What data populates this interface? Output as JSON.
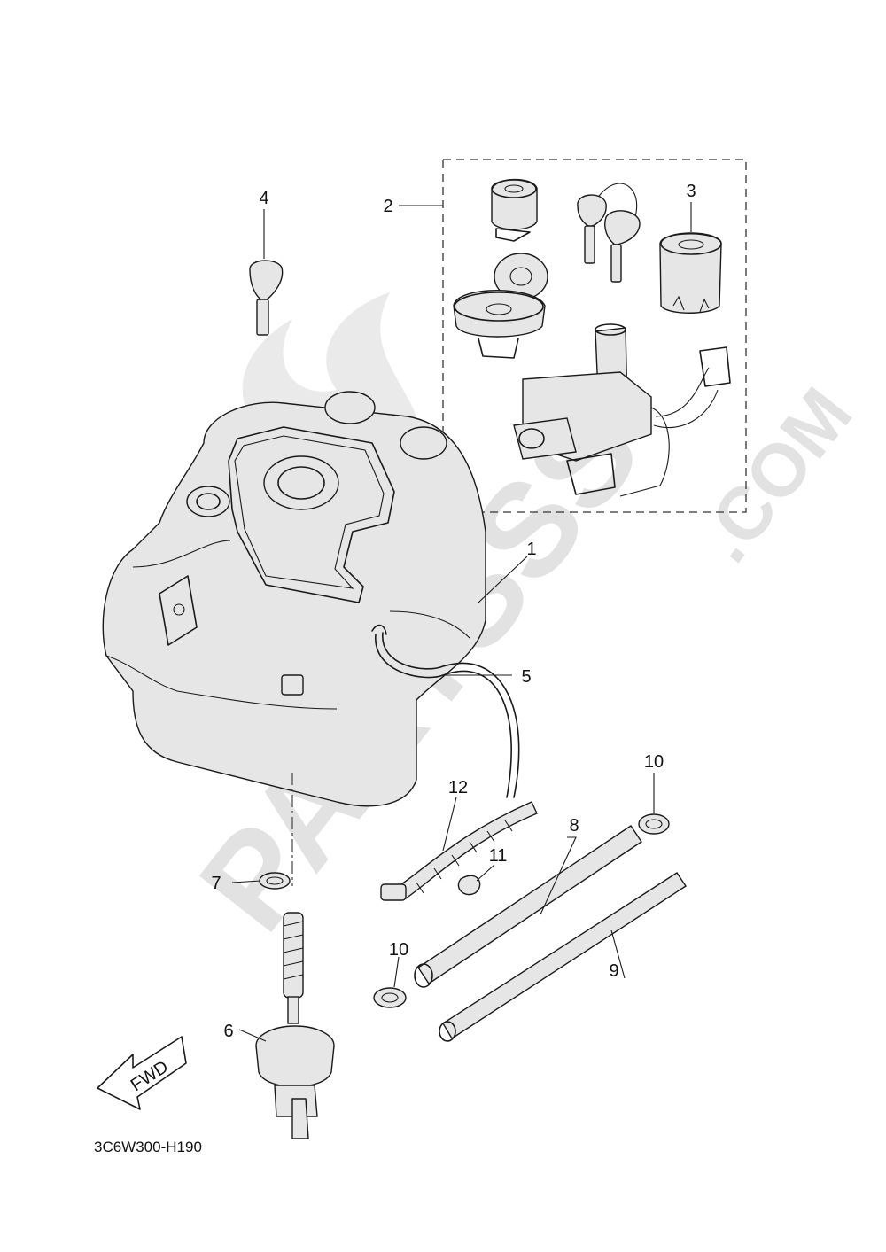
{
  "diagram": {
    "callouts": {
      "c1": "1",
      "c2": "2",
      "c3": "3",
      "c4": "4",
      "c5": "5",
      "c6": "6",
      "c7": "7",
      "c8": "8",
      "c9": "9",
      "c10a": "10",
      "c10b": "10",
      "c11": "11",
      "c12": "12"
    },
    "fwd_label": "FWD",
    "drawing_code": "3C6W300-H190"
  },
  "watermark": {
    "brand_main": "PARTSSS",
    "brand_suffix": ".COM"
  }
}
